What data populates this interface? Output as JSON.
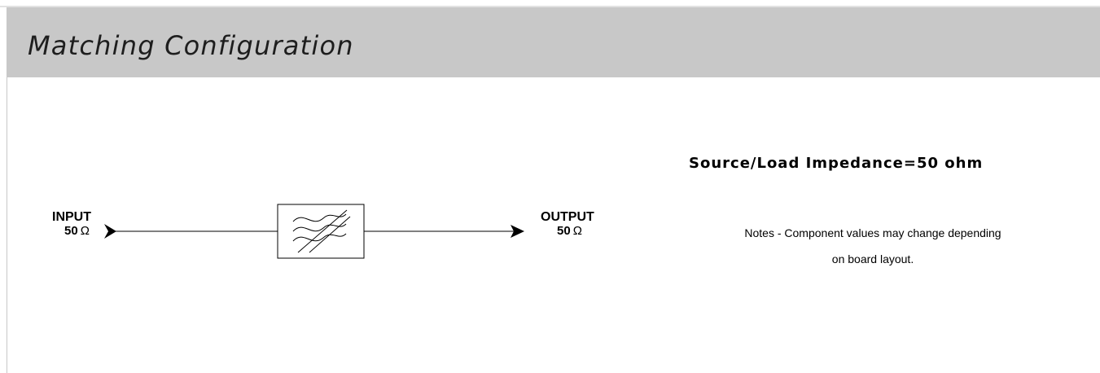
{
  "header": {
    "title": "Matching Configuration"
  },
  "diagram": {
    "input": {
      "label": "INPUT",
      "impedance_value": "50",
      "impedance_unit": "Ω"
    },
    "output": {
      "label": "OUTPUT",
      "impedance_value": "50",
      "impedance_unit": "Ω"
    },
    "filter_icon": "filter-icon"
  },
  "info": {
    "impedance_heading": "Source/Load Impedance=50 ohm",
    "notes_line1": "Notes - Component values may change depending",
    "notes_line2": "on board layout."
  },
  "colors": {
    "header_bg": "#c8c8c8",
    "title_text": "#1e1e1e",
    "line": "#000000"
  }
}
